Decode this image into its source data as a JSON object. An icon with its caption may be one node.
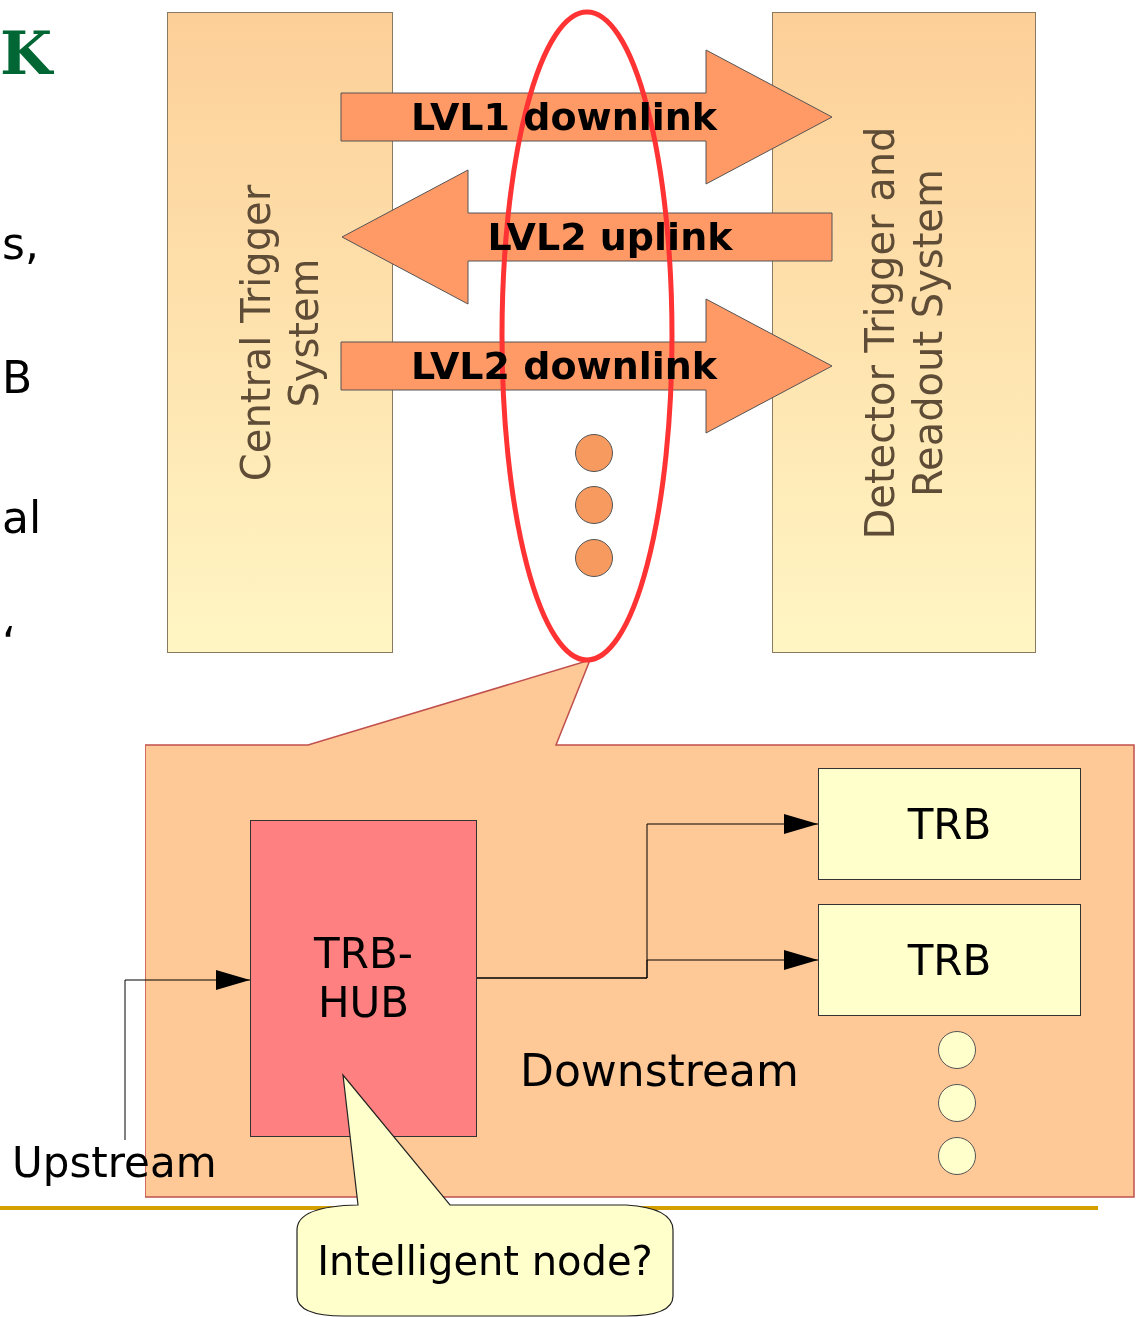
{
  "diagram": {
    "nodes": [
      {
        "text": [
          "Central Trigger System"
        ]
      },
      {
        "text": [
          "Detector Trigger and Readout System"
        ]
      },
      {
        "text": [],
        "shape": "ellipse"
      },
      {
        "text": [],
        "shape": "circle",
        "in": 2
      },
      {
        "text": [],
        "shape": "circle",
        "in": 2
      },
      {
        "text": [],
        "shape": "circle",
        "in": 2
      },
      {
        "text": [],
        "shape": "callout"
      },
      {
        "text": [
          "TRB-HUB"
        ],
        "in": 6
      },
      {
        "text": [
          "TRB"
        ],
        "in": 6
      },
      {
        "text": [
          "TRB"
        ],
        "in": 6
      },
      {
        "text": [],
        "shape": "circle",
        "in": 6
      },
      {
        "text": [],
        "shape": "circle",
        "in": 6
      },
      {
        "text": [],
        "shape": "circle",
        "in": 6
      },
      {
        "text": [
          "Upstream"
        ]
      },
      {
        "text": [
          "Intelligent node?"
        ]
      }
    ],
    "edges": [
      {
        "from": 0,
        "to": 1,
        "arrow": "to",
        "label": "LVL1 downlink",
        "style": "thick",
        "color": "#ff9966"
      },
      {
        "from": 1,
        "to": 0,
        "arrow": "to",
        "label": "LVL2 uplink",
        "style": "thick",
        "color": "#ff9966"
      },
      {
        "from": 0,
        "to": 1,
        "arrow": "to",
        "label": "LVL2 downlink",
        "style": "thick",
        "color": "#ff9966"
      },
      {
        "from": 7,
        "to": 8,
        "arrow": "to"
      },
      {
        "from": 7,
        "to": 9,
        "arrow": "to"
      },
      {
        "from": 13,
        "to": 7,
        "arrow": "to"
      }
    ],
    "labels": [
      "K",
      "s,",
      "B",
      "al",
      "‘",
      "Downstream"
    ]
  }
}
